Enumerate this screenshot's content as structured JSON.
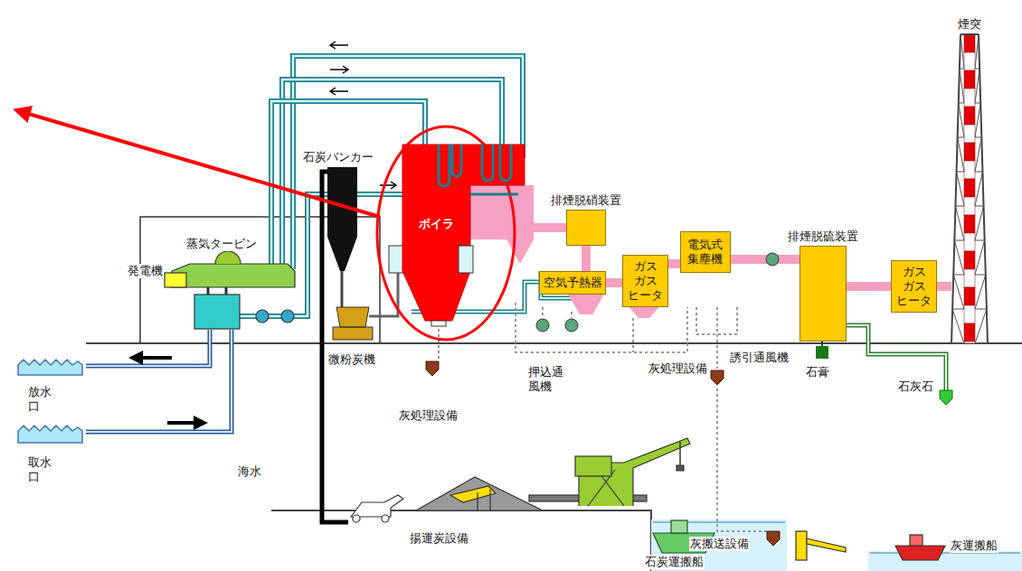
{
  "diagram": {
    "nodes": [
      {
        "text": [
          "ボイラ"
        ]
      },
      {
        "text": [
          "排煙脱硝装置"
        ]
      },
      {
        "text": [
          "空気予熱器"
        ]
      },
      {
        "text": [
          "ガス ガス ヒータ"
        ]
      },
      {
        "text": [
          "電気式 集塵機"
        ]
      },
      {
        "text": [
          "排煙脱硫装置"
        ]
      },
      {
        "text": [
          "ガス ガス ヒータ"
        ]
      },
      {
        "text": [
          "煙突"
        ]
      }
    ],
    "edges": [
      {
        "from": 0,
        "to": 1,
        "arrow": "none"
      },
      {
        "from": 1,
        "to": 2,
        "arrow": "none"
      },
      {
        "from": 2,
        "to": 3,
        "arrow": "none"
      },
      {
        "from": 3,
        "to": 4,
        "arrow": "none"
      },
      {
        "from": 4,
        "to": 5,
        "arrow": "none"
      },
      {
        "from": 5,
        "to": 6,
        "arrow": "none"
      },
      {
        "from": 6,
        "to": 7,
        "arrow": "none"
      }
    ],
    "labels": [
      "石炭バンカー",
      "蒸気タービン",
      "発電機",
      "微粉炭機",
      "灰処理設備",
      "押込通風機",
      "灰処理設備",
      "誘引通風機",
      "石膏",
      "石灰石",
      "放水口",
      "取水口",
      "海水",
      "揚運炭設備",
      "灰搬送設備",
      "灰運搬船",
      "石炭運搬船"
    ]
  }
}
